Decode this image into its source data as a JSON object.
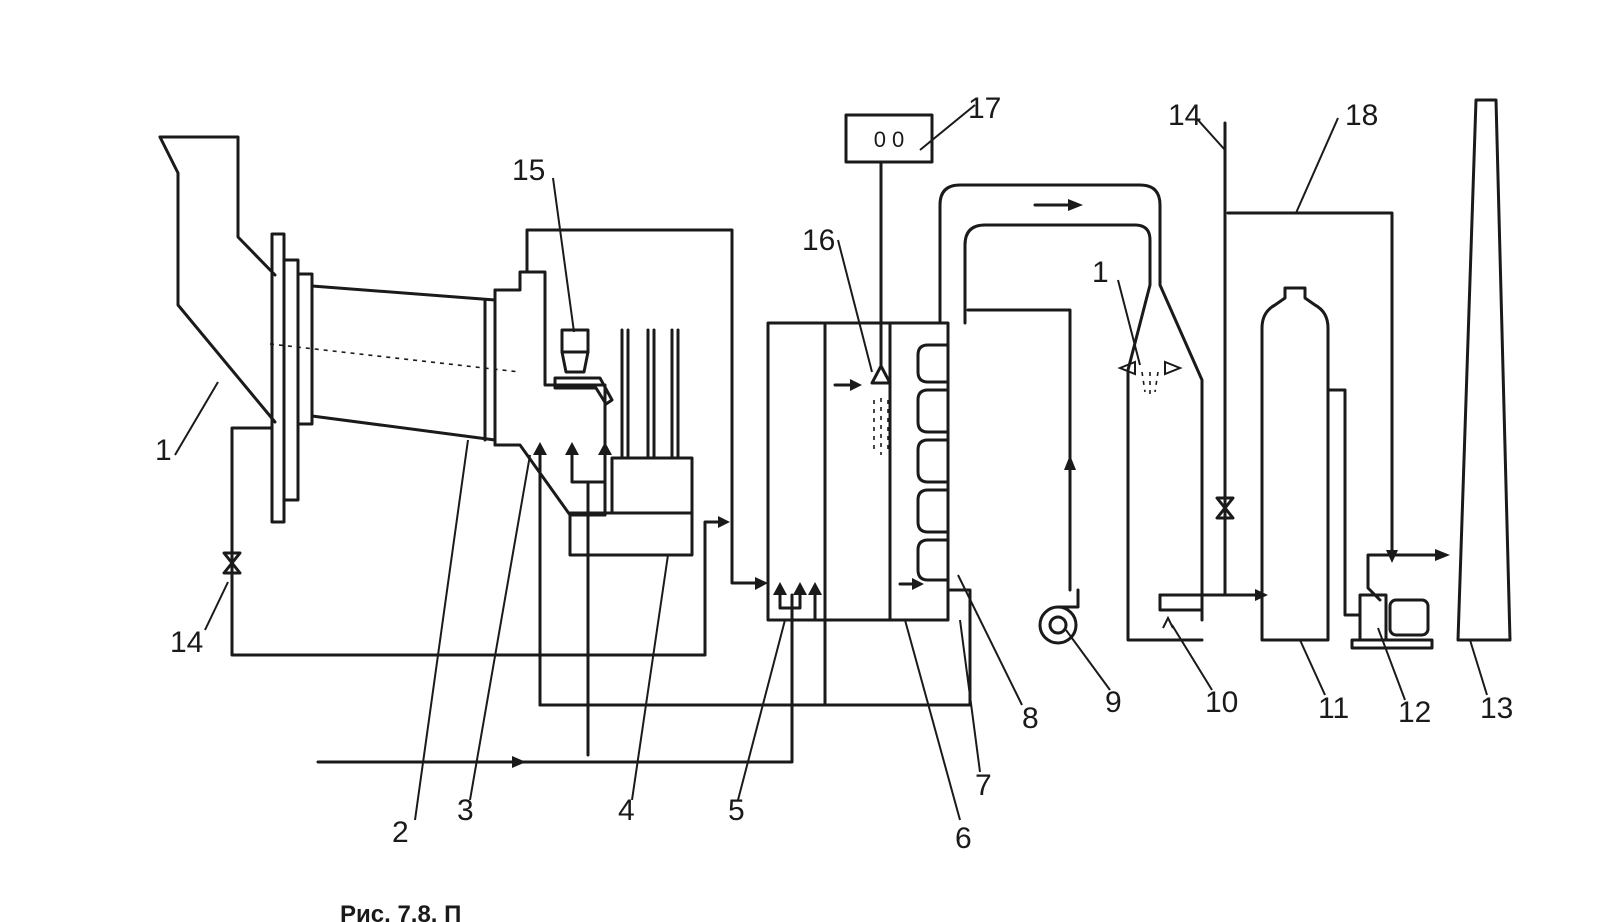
{
  "diagram": {
    "caption": "Рис. 7.8. П",
    "callouts": {
      "kiln_left": "1",
      "duct_right": "1",
      "kiln_shell": "2",
      "burner_head": "3",
      "cooler": "4",
      "air_distributor": "5",
      "heat_exchanger_wall": "6",
      "heat_exchanger_chamber": "7",
      "coil": "8",
      "fan": "9",
      "scrubber_base": "10",
      "absorber_column": "11",
      "pump": "12",
      "stack": "13",
      "valve_left": "14",
      "valve_right": "14",
      "dust_hopper": "15",
      "spray_nozzle": "16",
      "control_panel": "17",
      "bypass_line": "18"
    },
    "control_panel_display": "0 0"
  }
}
